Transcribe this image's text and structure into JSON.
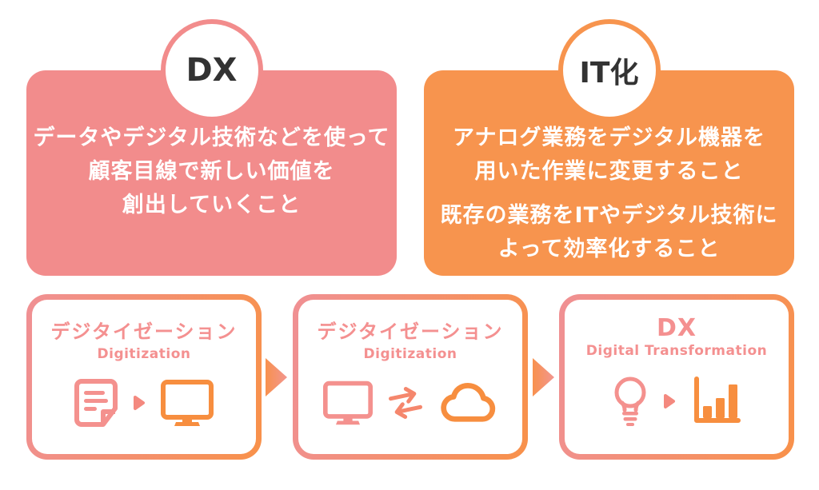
{
  "page": {
    "background": "#FFFFFF"
  },
  "colors": {
    "pink_card": "#F28C8C",
    "orange_card": "#F7944E",
    "badge_text": "#333333",
    "body_text": "#FFFFFF",
    "step_title_pink": "#F49090",
    "border_gradient_start": "#F09094",
    "border_gradient_end": "#F8914A",
    "icon_pink": "#F4918E",
    "icon_orange": "#F78E3F"
  },
  "dx_card": {
    "badge": "DX",
    "lines": [
      "データやデジタル技術などを使って",
      "顧客目線で新しい価値を",
      "創出していくこと"
    ]
  },
  "it_card": {
    "badge": "IT化",
    "paragraph1": [
      "アナログ業務をデジタル機器を",
      "用いた作業に変更すること"
    ],
    "paragraph2": [
      "既存の業務をITやデジタル技術に",
      "よって効率化すること"
    ]
  },
  "steps": [
    {
      "title": "デジタイゼーション",
      "subtitle": "Digitization",
      "icons": [
        "document-icon",
        "triangle-arrow-icon",
        "monitor-icon"
      ]
    },
    {
      "title": "デジタイゼーション",
      "subtitle": "Digitization",
      "icons": [
        "monitor-icon",
        "exchange-arrows-icon",
        "cloud-icon"
      ]
    },
    {
      "title": "DX",
      "subtitle": "Digital Transformation",
      "icons": [
        "lightbulb-icon",
        "triangle-arrow-icon",
        "bar-chart-icon"
      ]
    }
  ]
}
